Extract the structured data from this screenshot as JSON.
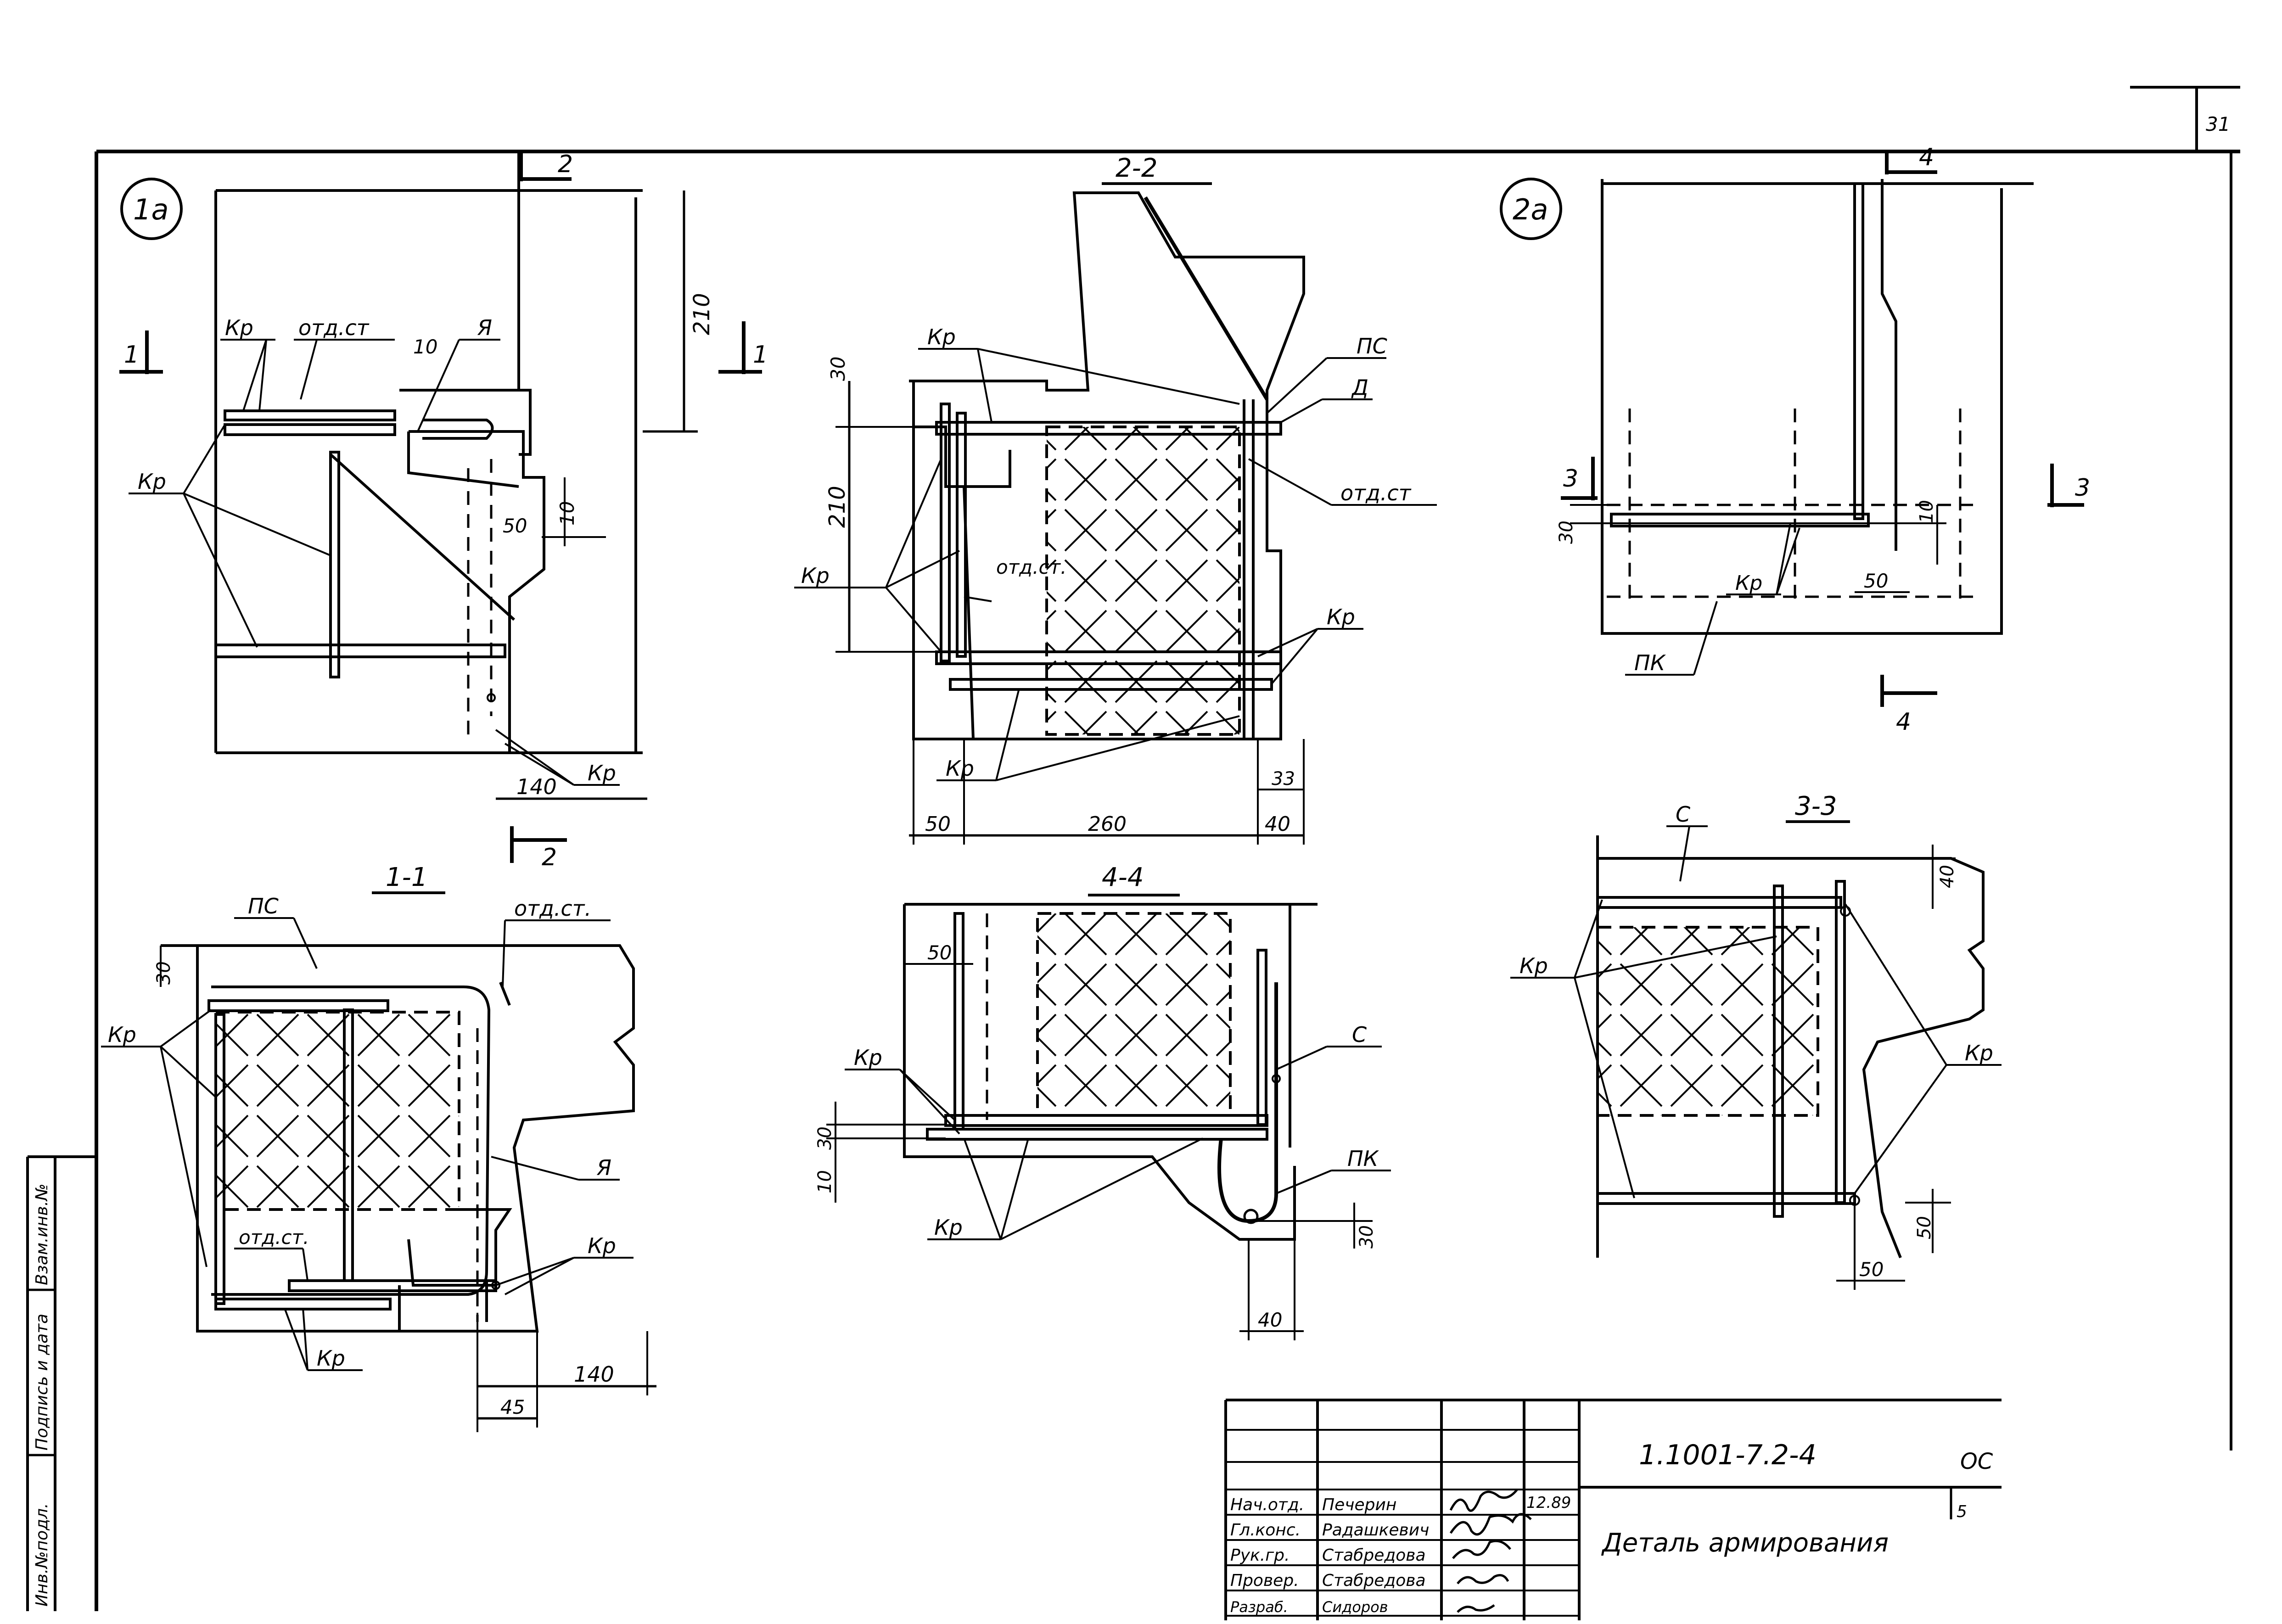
{
  "sheet": {
    "page_number": "31",
    "document_code": "1.1001-7.2-4",
    "title": "Деталь армирования",
    "sheet_mark": "ОС",
    "sheet_no": "5",
    "date": "12.89"
  },
  "margin_stamp": {
    "fields": [
      "Инв.№подл.",
      "Подпись и дата",
      "Взам.инв.№"
    ]
  },
  "title_block": {
    "rows": [
      {
        "role": "Нач.отд.",
        "name": "Печерин"
      },
      {
        "role": "Гл.конс.",
        "name": "Радашкевич"
      },
      {
        "role": "Рук.гр.",
        "name": "Стабредова"
      },
      {
        "role": "Провер.",
        "name": "Стабредова"
      },
      {
        "role": "Разраб.",
        "name": "Сидоров"
      }
    ]
  },
  "views": {
    "v1a": {
      "marker": "1а",
      "cut_2_top": "2",
      "cut_2_bottom": "2",
      "cut_1_left": "1",
      "cut_1_right": "1",
      "labels": [
        "Кр",
        "отд.ст",
        "Я",
        "Кр",
        "Кр"
      ],
      "dims": [
        "210",
        "10",
        "50",
        "10",
        "140"
      ]
    },
    "v22": {
      "title": "2-2",
      "labels": [
        "Кр",
        "ПС",
        "Д",
        "отд.ст",
        "Кр",
        "отд.ст.",
        "Кр",
        "Кр"
      ],
      "dims": [
        "30",
        "210",
        "33",
        "50",
        "260",
        "40"
      ]
    },
    "v2a": {
      "marker": "2а",
      "cut_4_top": "4",
      "cut_4_bottom": "4",
      "cut_3_left": "3",
      "cut_3_right": "3",
      "labels": [
        "Кр",
        "ПК"
      ],
      "dims": [
        "30",
        "10",
        "50"
      ]
    },
    "v11": {
      "title": "1-1",
      "labels": [
        "ПС",
        "отд.ст.",
        "Кр",
        "Я",
        "отд.ст.",
        "Кр",
        "Кр"
      ],
      "dims": [
        "30",
        "140",
        "45"
      ]
    },
    "v44": {
      "title": "4-4",
      "labels": [
        "Кр",
        "С",
        "ПК",
        "Кр"
      ],
      "dims": [
        "50",
        "30",
        "10",
        "30",
        "40"
      ]
    },
    "v33": {
      "title": "3-3",
      "labels": [
        "С",
        "Кр",
        "Кр"
      ],
      "dims": [
        "40",
        "50",
        "50"
      ]
    }
  }
}
